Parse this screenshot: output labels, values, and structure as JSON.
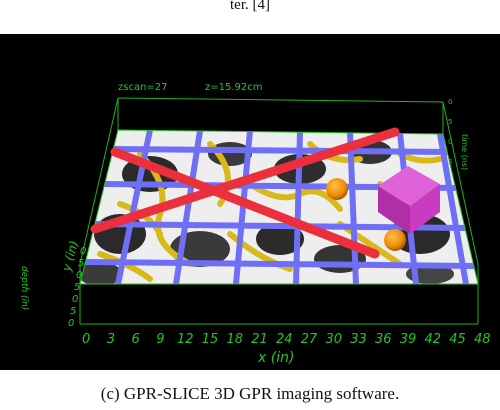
{
  "page": {
    "top_fragment": "ter. [4]",
    "caption": "(c) GPR-SLICE 3D GPR imaging software."
  },
  "viewer": {
    "status_zscan": "zscan=27",
    "status_z": "z=15.92cm",
    "x_axis_label": "x (in)",
    "y_axis_label": "y (in)",
    "x_ticks": [
      "0",
      "3",
      "6",
      "9",
      "12",
      "15",
      "18",
      "21",
      "24",
      "27",
      "30",
      "33",
      "36",
      "39",
      "42",
      "45",
      "48"
    ],
    "y_left_ticks": [
      "0",
      "5",
      "0",
      "5",
      "0",
      "5",
      "0"
    ],
    "right_ticks": [
      "0",
      "5",
      "0",
      "5"
    ],
    "right_axis_label": "time (ns)",
    "left_axis_label": "depth (in)",
    "colors": {
      "background": "#000000",
      "axis_green": "#23c81e",
      "grid_blue": "#6f6ff5",
      "cross_red": "#ec2f3c",
      "target_orange": "#ee8b06",
      "box_magenta": "#d63fd0",
      "anomaly_yellow": "#d9b81a"
    }
  }
}
